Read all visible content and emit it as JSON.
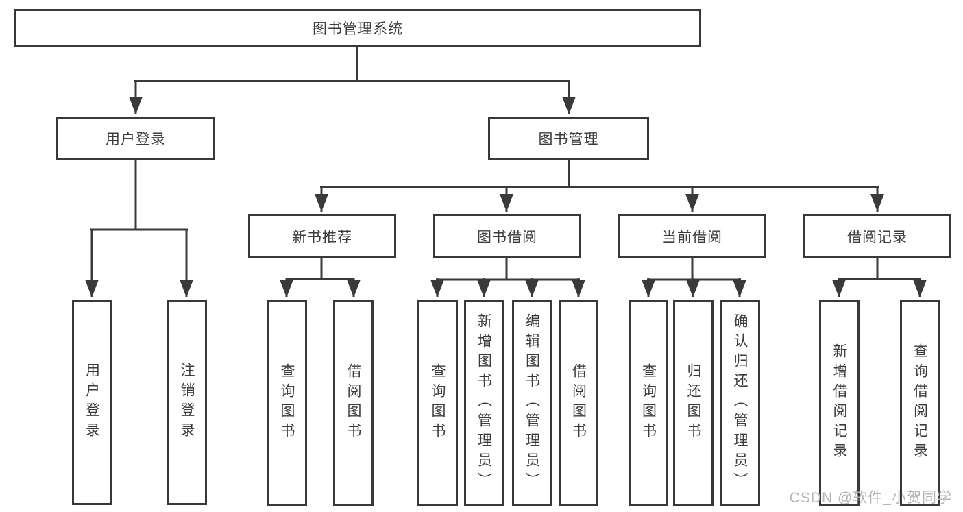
{
  "diagram": {
    "root": {
      "label": "图书管理系统"
    },
    "level2": [
      {
        "label": "用户登录",
        "children": [
          "用户登录",
          "注销登录"
        ]
      },
      {
        "label": "图书管理"
      }
    ],
    "level3": [
      {
        "label": "新书推荐",
        "children": [
          "查询图书",
          "借阅图书"
        ]
      },
      {
        "label": "图书借阅",
        "children": [
          "查询图书",
          "新增图书（管理员）",
          "编辑图书（管理员）",
          "借阅图书"
        ]
      },
      {
        "label": "当前借阅",
        "children": [
          "查询图书",
          "归还图书",
          "确认归还（管理员）"
        ]
      },
      {
        "label": "借阅记录",
        "children": [
          "新增借阅记录",
          "查询借阅记录"
        ]
      }
    ]
  },
  "watermark": {
    "text": "CSDN @软件_小贺同学"
  },
  "colors": {
    "line": "#3a3a3a",
    "box_border": "#383838",
    "text": "#3c3c3c",
    "watermark": "#b5b5b5",
    "background": "#ffffff"
  }
}
